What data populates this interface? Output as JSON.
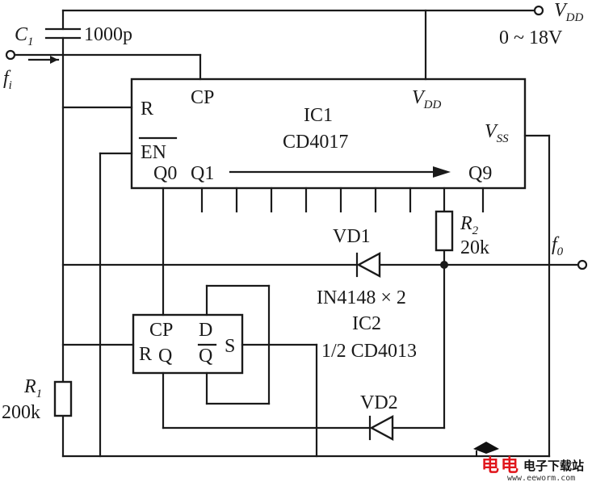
{
  "supply": {
    "name": "V",
    "name_sub": "DD",
    "range": "0 ~ 18V"
  },
  "input": {
    "name": "f",
    "name_sub": "i"
  },
  "output": {
    "name": "f",
    "name_sub": "0"
  },
  "c1": {
    "name": "C",
    "name_sub": "1",
    "value": "1000p"
  },
  "r1": {
    "name": "R",
    "name_sub": "1",
    "value": "200k"
  },
  "r2": {
    "name": "R",
    "name_sub": "2",
    "value": "20k"
  },
  "ic1": {
    "ref": "IC1",
    "part": "CD4017",
    "pins": {
      "r": "R",
      "cp": "CP",
      "en": "EN",
      "q0": "Q0",
      "q1": "Q1",
      "q9": "Q9",
      "vdd": "V",
      "vdd_sub": "DD",
      "vss": "V",
      "vss_sub": "SS"
    }
  },
  "ic2": {
    "ref": "IC2",
    "part": "1/2 CD4013",
    "pins": {
      "cp": "CP",
      "d": "D",
      "r": "R",
      "q": "Q",
      "qbar": "Q",
      "s": "S"
    }
  },
  "vd1": {
    "name": "VD1"
  },
  "vd2": {
    "name": "VD2"
  },
  "diode_part": "IN4148 × 2",
  "watermark": {
    "logo": "电",
    "text": "电子下载站",
    "url": "www.eeworm.com"
  }
}
